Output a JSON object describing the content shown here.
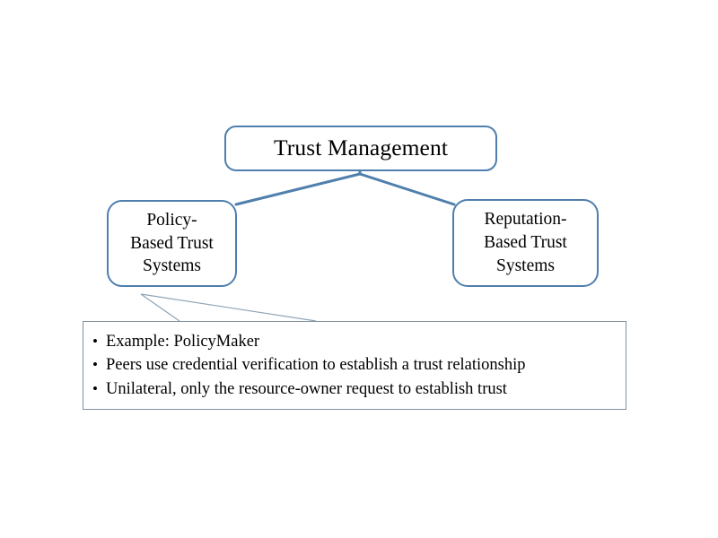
{
  "diagram": {
    "title": "Trust Management",
    "nodes": {
      "root": {
        "label": "Trust Management"
      },
      "policy": {
        "label": "Policy-\nBased Trust\nSystems"
      },
      "reputation": {
        "label": "Reputation-\nBased Trust\nSystems"
      }
    },
    "details": {
      "bullet_glyph": "•",
      "items": [
        "Example: PolicyMaker",
        "Peers use credential verification to establish a trust relationship",
        "Unilateral, only the resource-owner request to establish trust"
      ]
    },
    "colors": {
      "node_border": "#4f7fad",
      "details_border": "#7d909f",
      "connector": "#4f7fad",
      "callout": "#8fa4b5",
      "background": "#ffffff",
      "text": "#000000"
    }
  }
}
